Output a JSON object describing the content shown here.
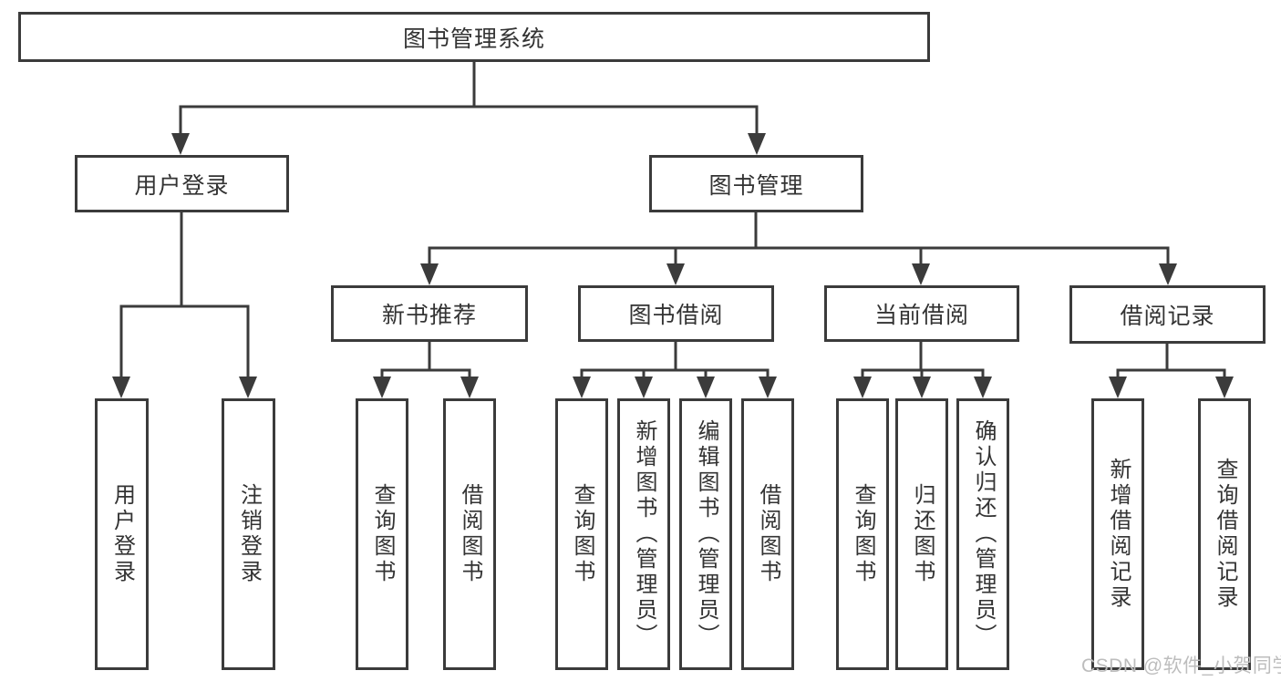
{
  "diagram_title": "图书管理系统",
  "tree": {
    "root": {
      "label": "图书管理系统"
    },
    "branches": [
      {
        "label": "用户登录",
        "leaves": [
          {
            "label": "用户登录"
          },
          {
            "label": "注销登录"
          }
        ]
      },
      {
        "label": "图书管理",
        "children": [
          {
            "label": "新书推荐",
            "leaves": [
              {
                "label": "查询图书"
              },
              {
                "label": "借阅图书"
              }
            ]
          },
          {
            "label": "图书借阅",
            "leaves": [
              {
                "label": "查询图书"
              },
              {
                "label": "新增图书（管理员）"
              },
              {
                "label": "编辑图书（管理员）"
              },
              {
                "label": "借阅图书"
              }
            ]
          },
          {
            "label": "当前借阅",
            "leaves": [
              {
                "label": "查询图书"
              },
              {
                "label": "归还图书"
              },
              {
                "label": "确认归还（管理员）"
              }
            ]
          },
          {
            "label": "借阅记录",
            "leaves": [
              {
                "label": "新增借阅记录"
              },
              {
                "label": "查询借阅记录"
              }
            ]
          }
        ]
      }
    ]
  },
  "watermark": {
    "text": "CSDN @软件_小贺同学",
    "color": "#bdbdbd"
  },
  "colors": {
    "line": "#3b3b3b",
    "box_border": "#3b3b3b",
    "box_background": "#ffffff",
    "text": "#333333",
    "page_background": "#ffffff"
  }
}
